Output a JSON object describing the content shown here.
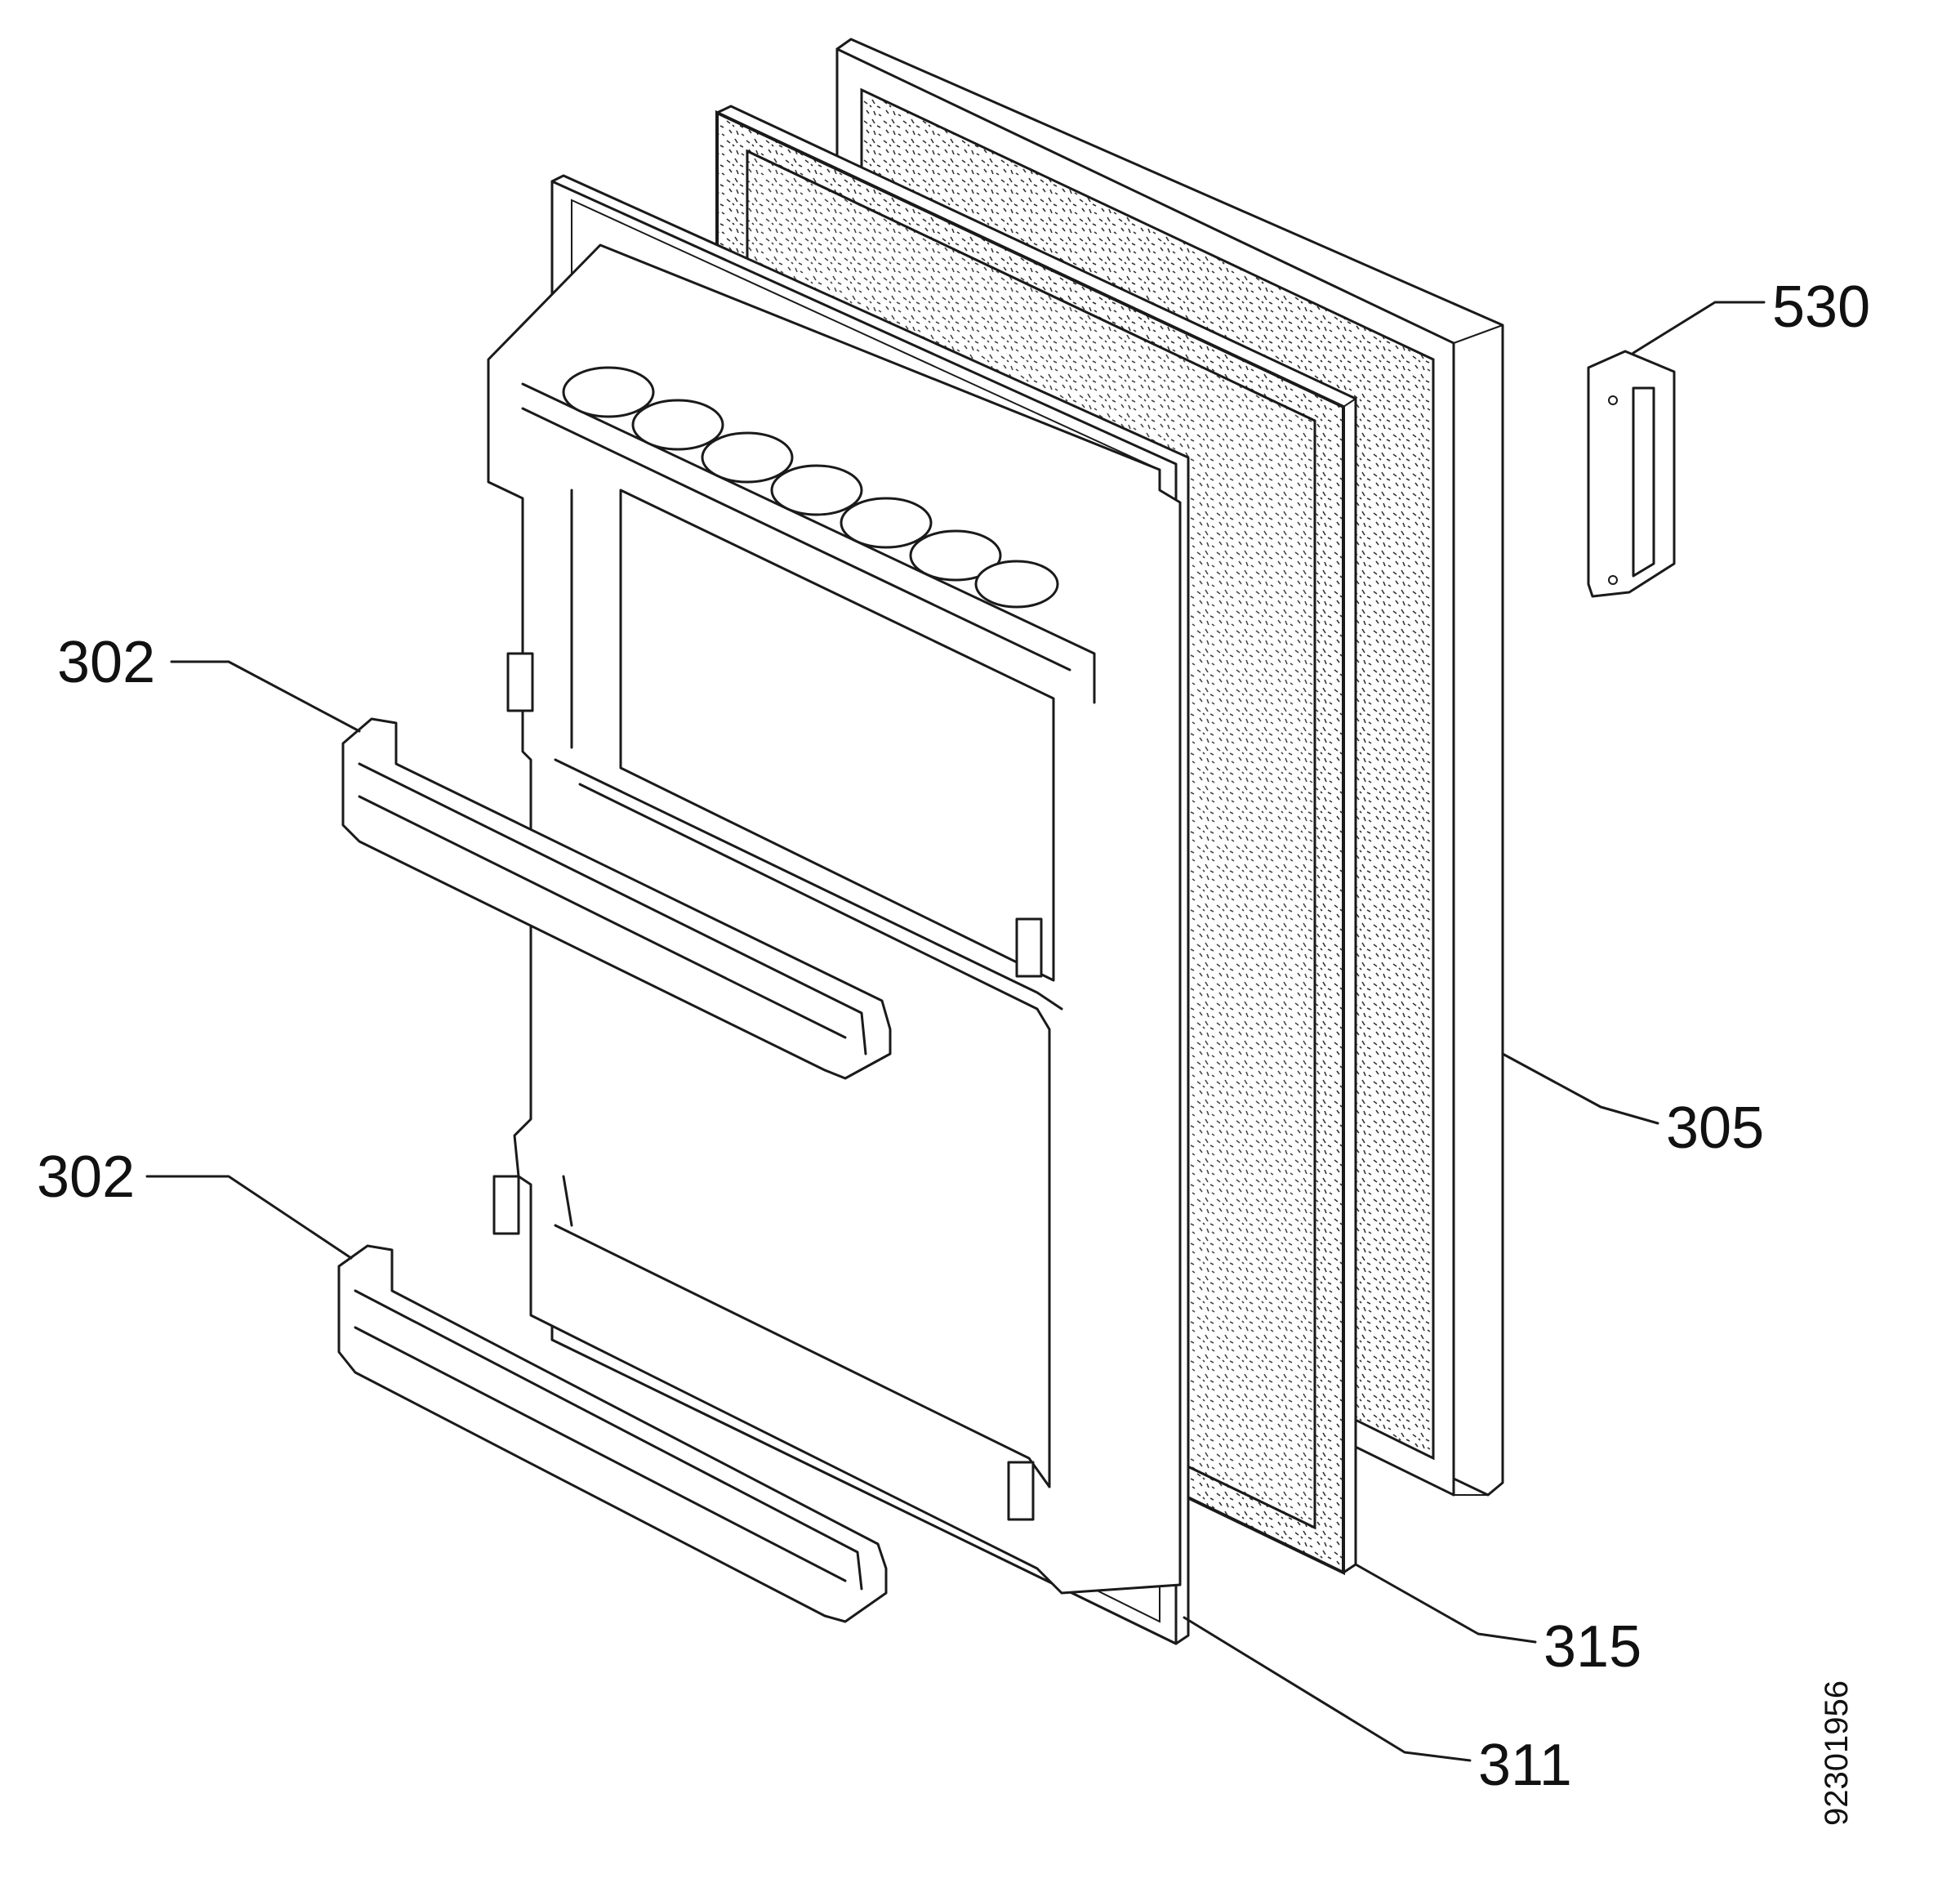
{
  "callouts": [
    {
      "id": "302a",
      "text": "302"
    },
    {
      "id": "302b",
      "text": "302"
    },
    {
      "id": "530",
      "text": "530"
    },
    {
      "id": "305",
      "text": "305"
    },
    {
      "id": "315",
      "text": "315"
    },
    {
      "id": "311",
      "text": "311"
    }
  ],
  "drawing_code": "92301956",
  "colors": {
    "line": "#1a1a1a",
    "background": "#ffffff"
  }
}
